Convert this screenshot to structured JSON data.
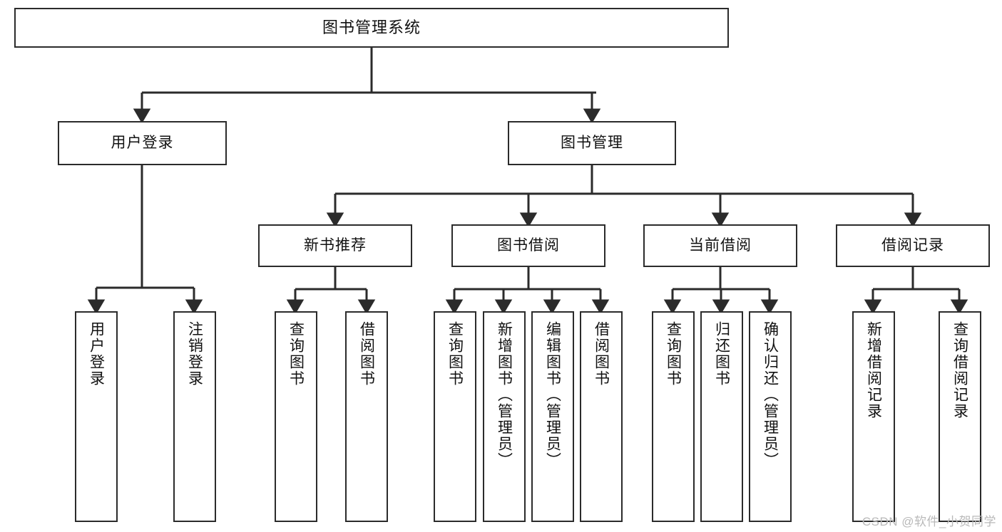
{
  "diagram": {
    "title": "图书管理系统",
    "type": "hierarchy-tree",
    "stroke_color": "#2b2b2b",
    "fill_color": "#ffffff",
    "text_color": "#111111",
    "root": {
      "label": "图书管理系统"
    },
    "level2": [
      {
        "label": "用户登录"
      },
      {
        "label": "图书管理"
      }
    ],
    "level3": [
      {
        "label": "新书推荐"
      },
      {
        "label": "图书借阅"
      },
      {
        "label": "当前借阅"
      },
      {
        "label": "借阅记录"
      }
    ],
    "leaves": {
      "user_login": [
        {
          "label": "用户登录"
        },
        {
          "label": "注销登录"
        }
      ],
      "new_book_recommend": [
        {
          "label": "查询图书"
        },
        {
          "label": "借阅图书"
        }
      ],
      "book_borrow": [
        {
          "label": "查询图书"
        },
        {
          "label": "新增图书（管理员）"
        },
        {
          "label": "编辑图书（管理员）"
        },
        {
          "label": "借阅图书"
        }
      ],
      "current_borrow": [
        {
          "label": "查询图书"
        },
        {
          "label": "归还图书"
        },
        {
          "label": "确认归还（管理员）"
        }
      ],
      "borrow_record": [
        {
          "label": "新增借阅记录"
        },
        {
          "label": "查询借阅记录"
        }
      ]
    }
  },
  "watermark": {
    "text": "CSDN @软件_小贺同学"
  }
}
